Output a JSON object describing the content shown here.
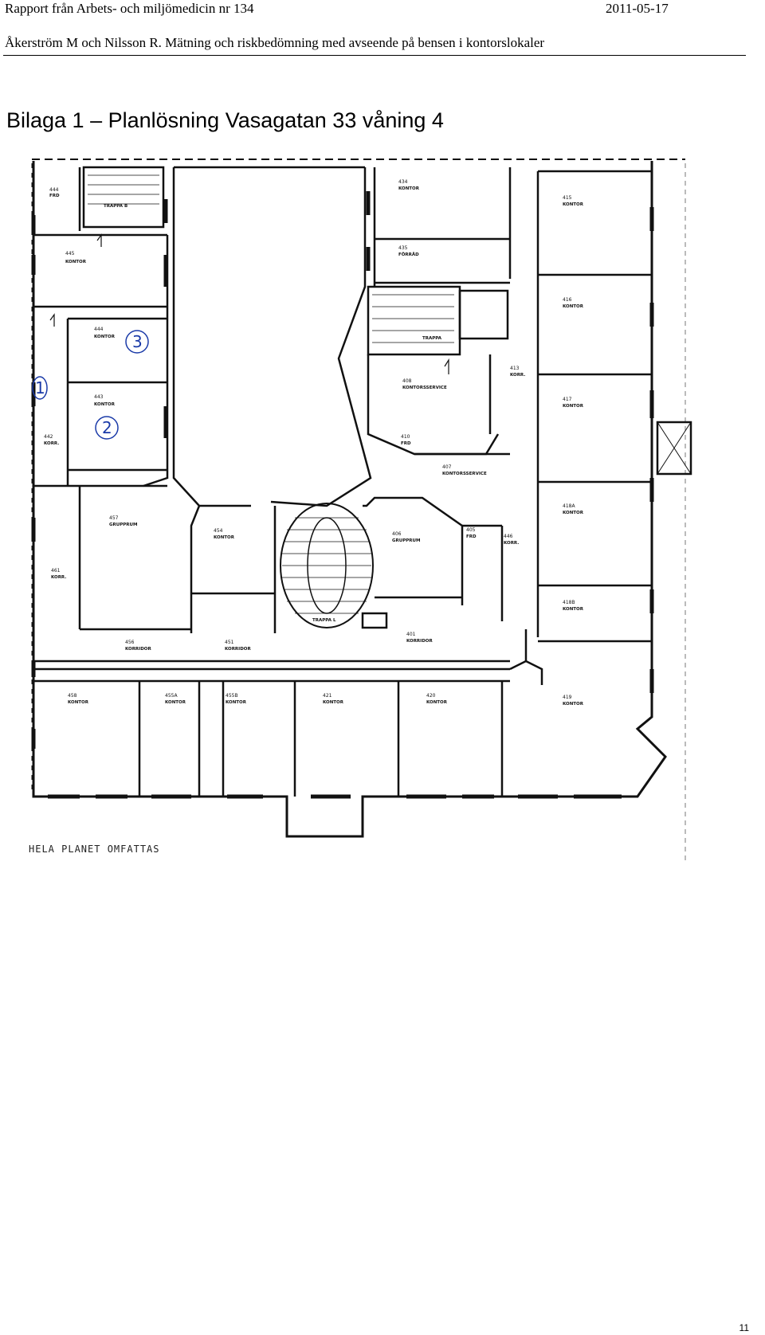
{
  "header": {
    "left": "Rapport från Arbets- och miljömedicin nr 134",
    "date": "2011-05-17",
    "authors_title": "Åkerström M och Nilsson R. Mätning och riskbedömning med avseende på bensen i kontorslokaler"
  },
  "title": "Bilaga 1 – Planlösning Vasagatan 33 våning 4",
  "floorplan": {
    "footer_note": "HELA PLANET OMFATTAS",
    "rooms": [
      {
        "num": "444",
        "name": "FRD"
      },
      {
        "num": "445",
        "name": "KONTOR"
      },
      {
        "num": "444",
        "name": "KONTOR"
      },
      {
        "num": "443",
        "name": "KONTOR"
      },
      {
        "num": "442",
        "name": "KORR."
      },
      {
        "num": "434",
        "name": "KONTOR"
      },
      {
        "num": "435",
        "name": "FÖRRÅD"
      },
      {
        "num": "415",
        "name": "KONTOR"
      },
      {
        "num": "416",
        "name": "KONTOR"
      },
      {
        "num": "417",
        "name": "KONTOR"
      },
      {
        "num": "418A",
        "name": "KONTOR"
      },
      {
        "num": "418B",
        "name": "KONTOR"
      },
      {
        "num": "419",
        "name": "KONTOR"
      },
      {
        "num": "413",
        "name": "KORR."
      },
      {
        "num": "408",
        "name": "KONTORSSERVICE"
      },
      {
        "num": "410",
        "name": "FRD"
      },
      {
        "num": "407",
        "name": "KONTORSSERVICE"
      },
      {
        "num": "457",
        "name": "GRUPPRUM"
      },
      {
        "num": "454",
        "name": "KONTOR"
      },
      {
        "num": "406",
        "name": "GRUPPRUM"
      },
      {
        "num": "405",
        "name": "FRD"
      },
      {
        "num": "446",
        "name": "KORR."
      },
      {
        "num": "461",
        "name": "KORR."
      },
      {
        "num": "456",
        "name": "KORRIDOR"
      },
      {
        "num": "451",
        "name": "KORRIDOR"
      },
      {
        "num": "401",
        "name": "KORRIDOR"
      },
      {
        "num": "458",
        "name": "KONTOR"
      },
      {
        "num": "455A",
        "name": "KONTOR"
      },
      {
        "num": "455B",
        "name": "KONTOR"
      },
      {
        "num": "421",
        "name": "KONTOR"
      },
      {
        "num": "420",
        "name": "KONTOR"
      }
    ],
    "stair_labels": [
      "TRAPPA B",
      "TRAPPA L",
      "TRAPPA"
    ],
    "marks": [
      "1",
      "2",
      "3"
    ]
  },
  "page_number": "11"
}
